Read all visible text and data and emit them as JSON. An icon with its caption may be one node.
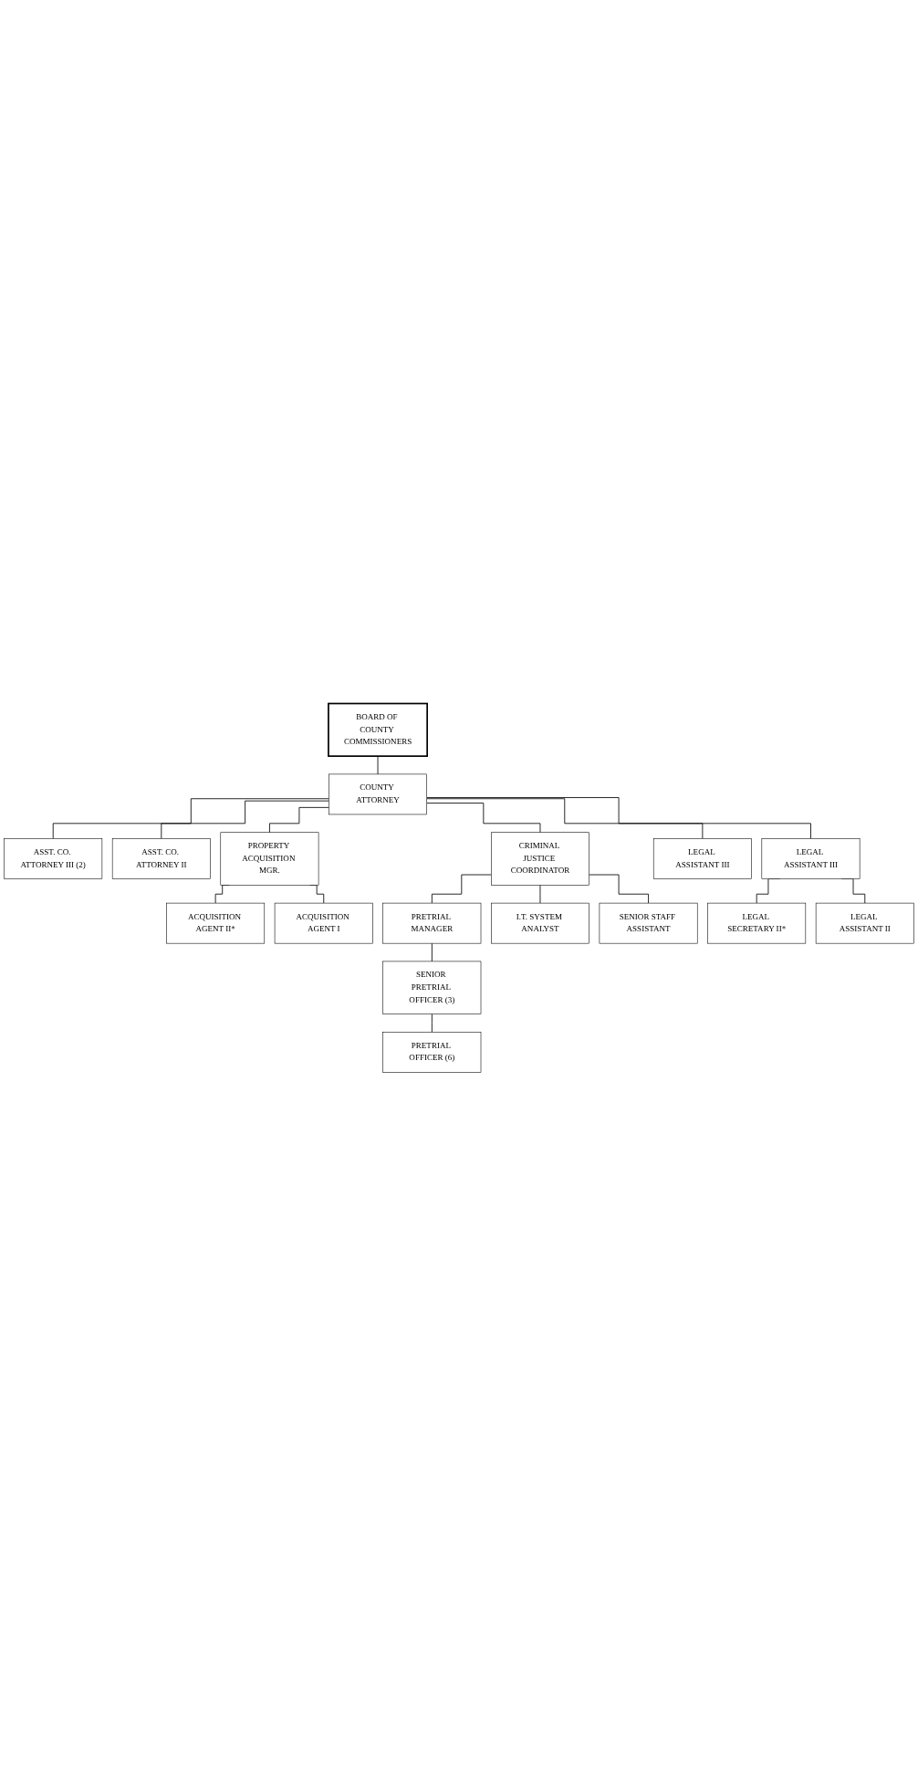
{
  "diagram": {
    "nodes": [
      {
        "text": [
          "BOARD OF COUNTY COMMISSIONERS"
        ]
      },
      {
        "text": [
          "COUNTY ATTORNEY"
        ]
      },
      {
        "text": [
          "ASST. CO. ATTORNEY III (2)"
        ]
      },
      {
        "text": [
          "ASST. CO. ATTORNEY II"
        ]
      },
      {
        "text": [
          "PROPERTY ACQUISITION MGR."
        ]
      },
      {
        "text": [
          "CRIMINAL JUSTICE COORDINATOR"
        ]
      },
      {
        "text": [
          "ACQUISITION AGENT II*"
        ]
      },
      {
        "text": [
          "ACQUISITION AGENT I"
        ]
      },
      {
        "text": [
          "PRETRIAL MANAGER"
        ]
      },
      {
        "text": [
          "SENIOR PRETRIAL OFFICER (3)"
        ]
      },
      {
        "text": [
          "PRETRIAL OFFICER (6)"
        ]
      },
      {
        "text": [
          "I.T. SYSTEM ANALYST"
        ]
      },
      {
        "text": [
          "SENIOR STAFF ASSISTANT"
        ]
      },
      {
        "text": [
          "LEGAL ASSISTANT III"
        ]
      },
      {
        "text": [
          "LEGAL ASSISTANT III"
        ]
      },
      {
        "text": [
          "LEGAL SECRETARY II*"
        ]
      },
      {
        "text": [
          "LEGAL ASSISTANT II"
        ]
      }
    ],
    "edges": [
      {
        "from": 0,
        "to": 1,
        "arrow": "none"
      },
      {
        "from": 1,
        "to": 2,
        "arrow": "none"
      },
      {
        "from": 1,
        "to": 3,
        "arrow": "none"
      },
      {
        "from": 1,
        "to": 4,
        "arrow": "none"
      },
      {
        "from": 1,
        "to": 5,
        "arrow": "none"
      },
      {
        "from": 4,
        "to": 6,
        "arrow": "none"
      },
      {
        "from": 4,
        "to": 7,
        "arrow": "none"
      },
      {
        "from": 5,
        "to": 8,
        "arrow": "none"
      },
      {
        "from": 8,
        "to": 9,
        "arrow": "none"
      },
      {
        "from": 9,
        "to": 10,
        "arrow": "none"
      },
      {
        "from": 5,
        "to": 11,
        "arrow": "none"
      },
      {
        "from": 5,
        "to": 12,
        "arrow": "none"
      },
      {
        "from": 1,
        "to": 13,
        "arrow": "none"
      },
      {
        "from": 1,
        "to": 14,
        "arrow": "none"
      },
      {
        "from": 14,
        "to": 15,
        "arrow": "none"
      },
      {
        "from": 14,
        "to": 16,
        "arrow": "none"
      }
    ]
  }
}
